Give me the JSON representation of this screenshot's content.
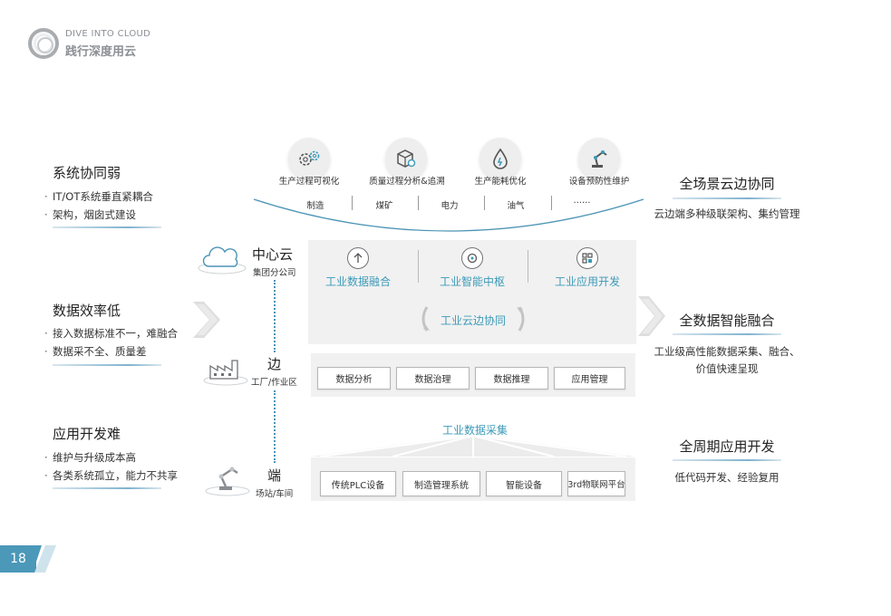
{
  "brand": {
    "en": "DIVE INTO CLOUD",
    "cn": "践行深度用云"
  },
  "page_number": "18",
  "left": [
    {
      "title": "系统协同弱",
      "bullets": [
        "IT/OT系统垂直紧耦合",
        "架构，烟囱式建设"
      ]
    },
    {
      "title": "数据效率低",
      "bullets": [
        "接入数据标准不一，难融合",
        "数据采不全、质量差"
      ]
    },
    {
      "title": "应用开发难",
      "bullets": [
        "维护与升级成本高",
        "各类系统孤立，能力不共享"
      ]
    }
  ],
  "right": [
    {
      "title": "全场景云边协同",
      "desc": [
        "云边端多种级联架构、集约管理"
      ]
    },
    {
      "title": "全数据智能融合",
      "desc": [
        "工业级高性能数据采集、融合、",
        "价值快速呈现"
      ]
    },
    {
      "title": "全周期应用开发",
      "desc": [
        "低代码开发、经验复用"
      ]
    }
  ],
  "top": {
    "items": [
      {
        "label": "生产过程可视化",
        "icon": "gears-icon"
      },
      {
        "label": "质量过程分析&追溯",
        "icon": "package-search-icon"
      },
      {
        "label": "生产能耗优化",
        "icon": "water-drop-icon"
      },
      {
        "label": "设备预防性维护",
        "icon": "robot-arm-icon"
      }
    ],
    "industries": [
      "制造",
      "煤矿",
      "电力",
      "油气",
      "……"
    ]
  },
  "tiers": [
    {
      "title": "中心云",
      "sub": "集团分公司",
      "icon": "cloud-icon"
    },
    {
      "title": "边",
      "sub": "工厂/作业区",
      "icon": "factory-icon"
    },
    {
      "title": "端",
      "sub": "场站/车间",
      "icon": "robot-arm-icon"
    }
  ],
  "cloud": {
    "modules": [
      {
        "label": "工业数据融合",
        "icon": "data-fusion-icon"
      },
      {
        "label": "工业智能中枢",
        "icon": "ai-hub-icon"
      },
      {
        "label": "工业应用开发",
        "icon": "app-dev-icon"
      }
    ],
    "sync": "工业云边协同"
  },
  "edge": {
    "boxes": [
      "数据分析",
      "数据治理",
      "数据推理",
      "应用管理"
    ]
  },
  "collect": {
    "label": "工业数据采集"
  },
  "device": {
    "boxes": [
      "传统PLC设备",
      "制造管理系统",
      "智能设备",
      "3rd物联网平台"
    ]
  },
  "colors": {
    "accent": "#3d9ab8",
    "page_tab": "#4b98b8"
  }
}
